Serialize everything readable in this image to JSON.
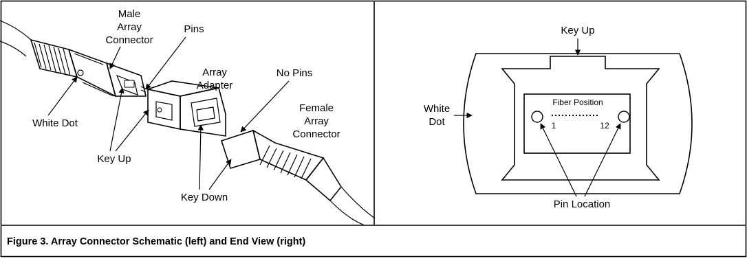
{
  "left_panel": {
    "labels": {
      "male_connector": [
        "Male",
        "Array",
        "Connector"
      ],
      "pins": "Pins",
      "array_adapter": [
        "Array",
        "Adapter"
      ],
      "no_pins": "No Pins",
      "female_connector": [
        "Female",
        "Array",
        "Connector"
      ],
      "white_dot": "White Dot",
      "key_up": "Key Up",
      "key_down": "Key Down"
    }
  },
  "right_panel": {
    "labels": {
      "key_up": "Key Up",
      "white_dot": [
        "White",
        "Dot"
      ],
      "fiber_position": "Fiber Position",
      "position_start": "1",
      "position_end": "12",
      "pin_location": "Pin Location"
    }
  },
  "caption": "Figure 3. Array Connector Schematic (left) and End View (right)"
}
